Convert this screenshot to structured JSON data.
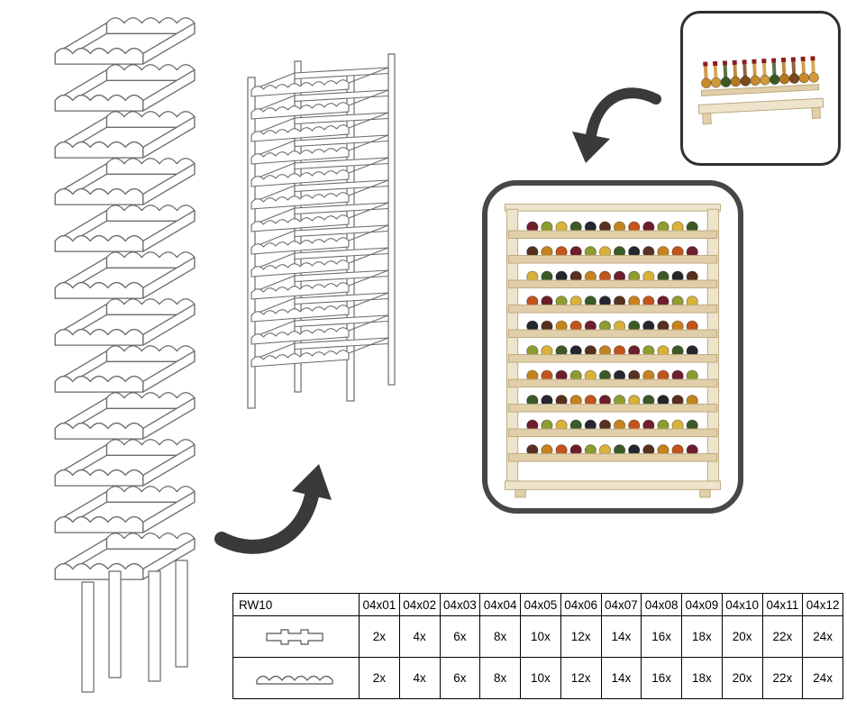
{
  "table": {
    "corner_label": "RW10",
    "columns": [
      "04x01",
      "04x02",
      "04x03",
      "04x04",
      "04x05",
      "04x06",
      "04x07",
      "04x08",
      "04x09",
      "04x10",
      "04x11",
      "04x12"
    ],
    "rows": [
      {
        "part": "side-bracket",
        "quantities": [
          "2x",
          "4x",
          "6x",
          "8x",
          "10x",
          "12x",
          "14x",
          "16x",
          "18x",
          "20x",
          "22x",
          "24x"
        ]
      },
      {
        "part": "wavy-shelf",
        "quantities": [
          "2x",
          "4x",
          "6x",
          "8x",
          "10x",
          "12x",
          "14x",
          "16x",
          "18x",
          "20x",
          "22x",
          "24x"
        ]
      }
    ]
  },
  "diagram": {
    "assembled_shelf_rows": 13,
    "exploded_modules": 12,
    "photo_rows": 10,
    "photo_bottles_per_row": 12,
    "small_photo_bottles": 12
  },
  "colors": {
    "line": "#6a6a6a",
    "arrow": "#3a3a3a",
    "photo_frame": "#474747",
    "wood_light": "#eee3cb",
    "wood_mid": "#e0cfa9",
    "wood_stroke": "#bba87d",
    "bottle_palette": [
      "#6e1f2e",
      "#3c5a26",
      "#c5831f",
      "#8f9c2f",
      "#26262e",
      "#c2541c",
      "#d9b23a",
      "#57301f"
    ],
    "bottle_palette_small": [
      "#c98a2b",
      "#b8771f",
      "#d09a3a",
      "#7a4a1c",
      "#3c5a26"
    ]
  }
}
